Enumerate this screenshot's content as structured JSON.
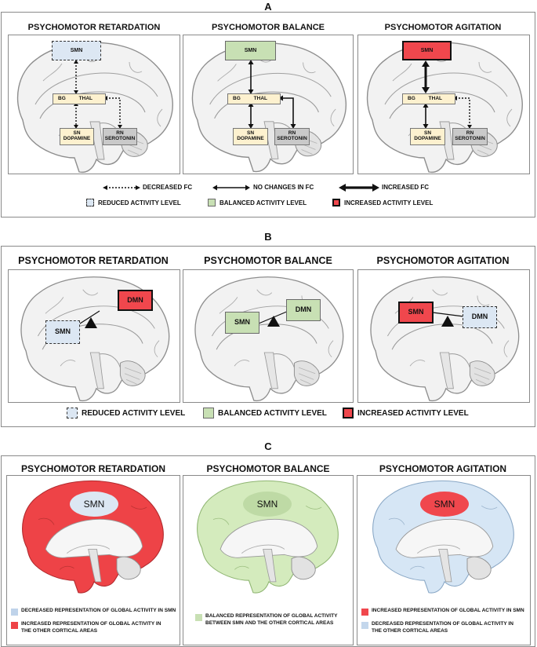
{
  "sections": {
    "a": {
      "letter": "A",
      "panels": [
        {
          "title": "PSYCHOMOTOR RETARDATION",
          "smn": "SMN",
          "bg": "BG",
          "thal": "THAL",
          "sn": "SN DOPAMINE",
          "rn": "RN SEROTONIN"
        },
        {
          "title": "PSYCHOMOTOR BALANCE",
          "smn": "SMN",
          "bg": "BG",
          "thal": "THAL",
          "sn": "SN DOPAMINE",
          "rn": "RN SEROTONIN"
        },
        {
          "title": "PSYCHOMOTOR AGITATION",
          "smn": "SMN",
          "bg": "BG",
          "thal": "THAL",
          "sn": "SN DOPAMINE",
          "rn": "RN SEROTONIN"
        }
      ],
      "fc_legend": {
        "decreased": "DECREASED FC",
        "no_change": "NO CHANGES IN FC",
        "increased": "INCREASED FC"
      },
      "activity_legend": {
        "reduced": "REDUCED ACTIVITY LEVEL",
        "balanced": "BALANCED ACTIVITY LEVEL",
        "increased": "INCREASED ACTIVITY LEVEL"
      }
    },
    "b": {
      "letter": "B",
      "panels": [
        {
          "title": "PSYCHOMOTOR RETARDATION",
          "smn": "SMN",
          "dmn": "DMN"
        },
        {
          "title": "PSYCHOMOTOR BALANCE",
          "smn": "SMN",
          "dmn": "DMN"
        },
        {
          "title": "PSYCHOMOTOR AGITATION",
          "smn": "SMN",
          "dmn": "DMN"
        }
      ],
      "activity_legend": {
        "reduced": "REDUCED ACTIVITY LEVEL",
        "balanced": "BALANCED ACTIVITY LEVEL",
        "increased": "INCREASED ACTIVITY LEVEL"
      }
    },
    "c": {
      "letter": "C",
      "panels": [
        {
          "title": "PSYCHOMOTOR RETARDATION",
          "smn": "SMN",
          "legend1": "DECREASED REPRESENTATION OF GLOBAL ACTIVITY IN SMN",
          "legend2_l1": "INCREASED REPRESENTATION OF GLOBAL ACTIVITY IN",
          "legend2_l2": "THE OTHER CORTICAL AREAS"
        },
        {
          "title": "PSYCHOMOTOR BALANCE",
          "smn": "SMN",
          "legend1_l1": "BALANCED REPRESENTATION OF GLOBAL ACTIVITY",
          "legend1_l2": "BETWEEN SMN AND THE OTHER CORTICAL AREAS"
        },
        {
          "title": "PSYCHOMOTOR AGITATION",
          "smn": "SMN",
          "legend1": "INCREASED REPRESENTATION OF GLOBAL ACTIVITY IN SMN",
          "legend2_l1": "DECREASED REPRESENTATION OF GLOBAL ACTIVITY IN",
          "legend2_l2": "THE OTHER CORTICAL AREAS"
        }
      ]
    }
  },
  "colors": {
    "reduced": "#dce7f3",
    "balanced": "#c8e0b4",
    "increased": "#f0474d",
    "dopamine": "#fdf1cf",
    "serotonin": "#c9c9c9"
  }
}
